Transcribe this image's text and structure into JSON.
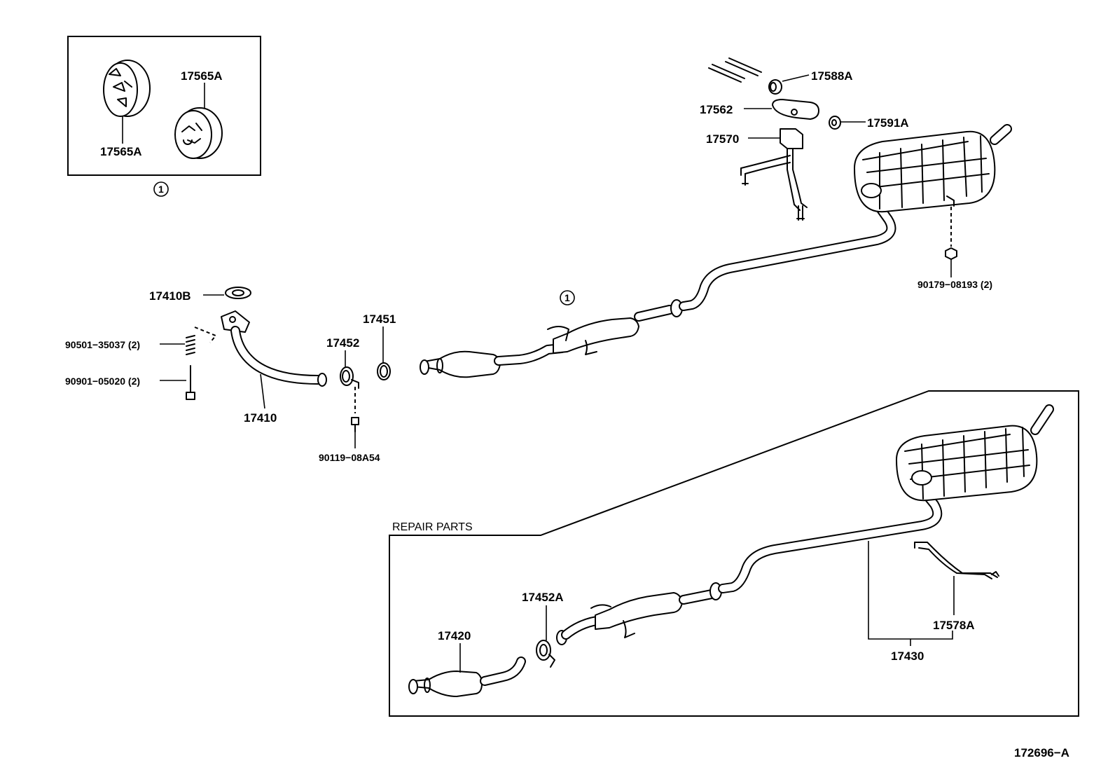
{
  "labels": {
    "p17565A_top": "17565A",
    "p17565A_bottom": "17565A",
    "p17588A": "17588A",
    "p17562": "17562",
    "p17591A": "17591A",
    "p17570": "17570",
    "p90179": "90179−08193 (2)",
    "p17410B": "17410B",
    "p90501": "90501−35037 (2)",
    "p90901": "90901−05020 (2)",
    "p17410": "17410",
    "p17452": "17452",
    "p17451": "17451",
    "p90119": "90119−08A54",
    "p17452A": "17452A",
    "p17420": "17420",
    "p17578A": "17578A",
    "p17430": "17430",
    "repair_parts": "REPAIR PARTS",
    "ref_circle_inset": "1",
    "ref_circle_pipe": "1",
    "diagram_id": "172696−A"
  }
}
